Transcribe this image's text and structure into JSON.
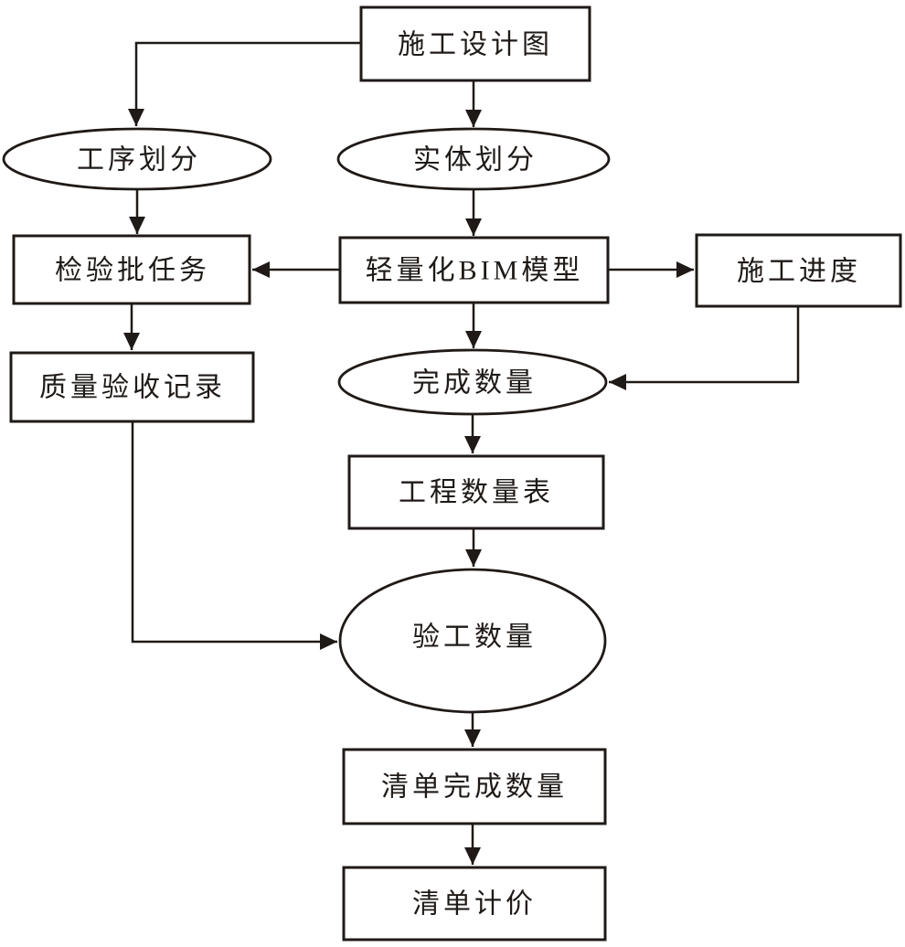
{
  "diagram": {
    "description": "BIM construction flowchart",
    "background_color": "#ffffff",
    "line_color": "#1f1a17",
    "text_color": "#1f1a17"
  },
  "nodes": {
    "design_drawing": {
      "label": "施工设计图",
      "shape": "rect"
    },
    "process_division": {
      "label": "工序划分",
      "shape": "ellipse"
    },
    "entity_division": {
      "label": "实体划分",
      "shape": "ellipse"
    },
    "inspection_batch_task": {
      "label": "检验批任务",
      "shape": "rect"
    },
    "bim_model": {
      "label": "轻量化BIM模型",
      "shape": "rect"
    },
    "construction_progress": {
      "label": "施工进度",
      "shape": "rect"
    },
    "quality_acceptance_record": {
      "label": "质量验收记录",
      "shape": "rect"
    },
    "completed_quantity": {
      "label": "完成数量",
      "shape": "ellipse"
    },
    "engineering_quantity_table": {
      "label": "工程数量表",
      "shape": "rect"
    },
    "acceptance_quantity": {
      "label": "验工数量",
      "shape": "ellipse"
    },
    "list_completed_quantity": {
      "label": "清单完成数量",
      "shape": "rect"
    },
    "list_pricing": {
      "label": "清单计价",
      "shape": "rect"
    }
  },
  "edges": [
    {
      "from": "design_drawing",
      "to": "process_division"
    },
    {
      "from": "design_drawing",
      "to": "entity_division"
    },
    {
      "from": "process_division",
      "to": "inspection_batch_task"
    },
    {
      "from": "entity_division",
      "to": "bim_model"
    },
    {
      "from": "bim_model",
      "to": "inspection_batch_task"
    },
    {
      "from": "bim_model",
      "to": "construction_progress"
    },
    {
      "from": "bim_model",
      "to": "completed_quantity"
    },
    {
      "from": "inspection_batch_task",
      "to": "quality_acceptance_record"
    },
    {
      "from": "construction_progress",
      "to": "completed_quantity"
    },
    {
      "from": "completed_quantity",
      "to": "engineering_quantity_table"
    },
    {
      "from": "engineering_quantity_table",
      "to": "acceptance_quantity"
    },
    {
      "from": "quality_acceptance_record",
      "to": "acceptance_quantity"
    },
    {
      "from": "acceptance_quantity",
      "to": "list_completed_quantity"
    },
    {
      "from": "list_completed_quantity",
      "to": "list_pricing"
    }
  ]
}
